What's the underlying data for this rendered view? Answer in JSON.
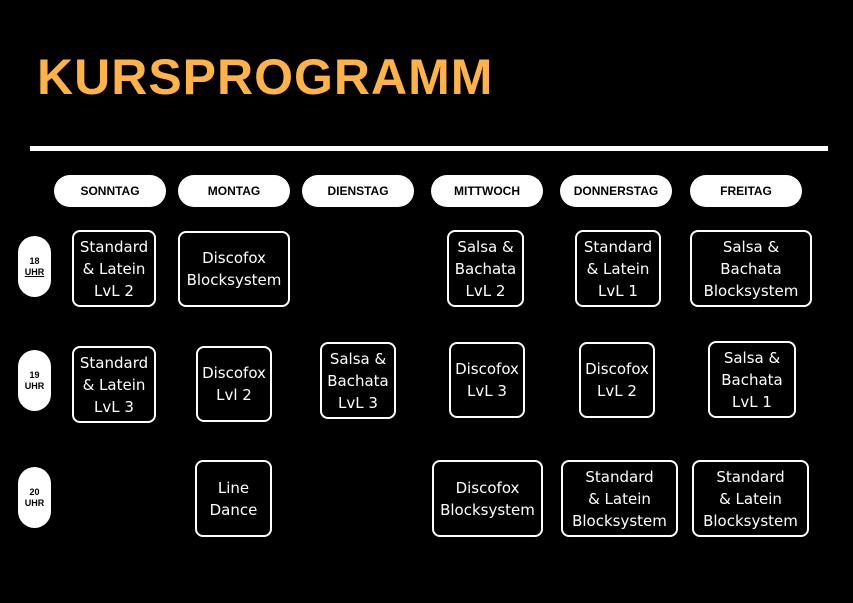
{
  "title": "KURSPROGRAMM",
  "colors": {
    "accent": "#FFB347",
    "background": "#000000",
    "pill": "#FFFFFF"
  },
  "days": [
    "SONNTAG",
    "MONTAG",
    "DIENSTAG",
    "MITTWOCH",
    "DONNERSTAG",
    "FREITAG"
  ],
  "times": [
    {
      "hour": "18",
      "unit": "UHR"
    },
    {
      "hour": "19",
      "unit": "UHR"
    },
    {
      "hour": "20",
      "unit": "UHR"
    }
  ],
  "courses": {
    "r18_sonntag": [
      "Standard",
      "& Latein",
      "LvL 2"
    ],
    "r18_montag": [
      "Discofox",
      "Blocksystem"
    ],
    "r18_mittwoch": [
      "Salsa &",
      "Bachata",
      "LvL 2"
    ],
    "r18_donnerstag": [
      "Standard",
      "& Latein",
      "LvL 1"
    ],
    "r18_freitag": [
      "Salsa &",
      "Bachata",
      "Blocksystem"
    ],
    "r19_sonntag": [
      "Standard",
      "& Latein",
      "LvL 3"
    ],
    "r19_montag": [
      "Discofox",
      "Lvl 2"
    ],
    "r19_dienstag": [
      "Salsa &",
      "Bachata",
      "LvL 3"
    ],
    "r19_mittwoch": [
      "Discofox",
      "LvL 3"
    ],
    "r19_donnerstag": [
      "Discofox",
      "LvL 2"
    ],
    "r19_freitag": [
      "Salsa &",
      "Bachata",
      "LvL 1"
    ],
    "r20_montag": [
      "Line",
      "Dance"
    ],
    "r20_mittwoch": [
      "Discofox",
      "Blocksystem"
    ],
    "r20_donnerstag": [
      "Standard",
      "& Latein",
      "Blocksystem"
    ],
    "r20_freitag": [
      "Standard",
      "& Latein",
      "Blocksystem"
    ]
  }
}
